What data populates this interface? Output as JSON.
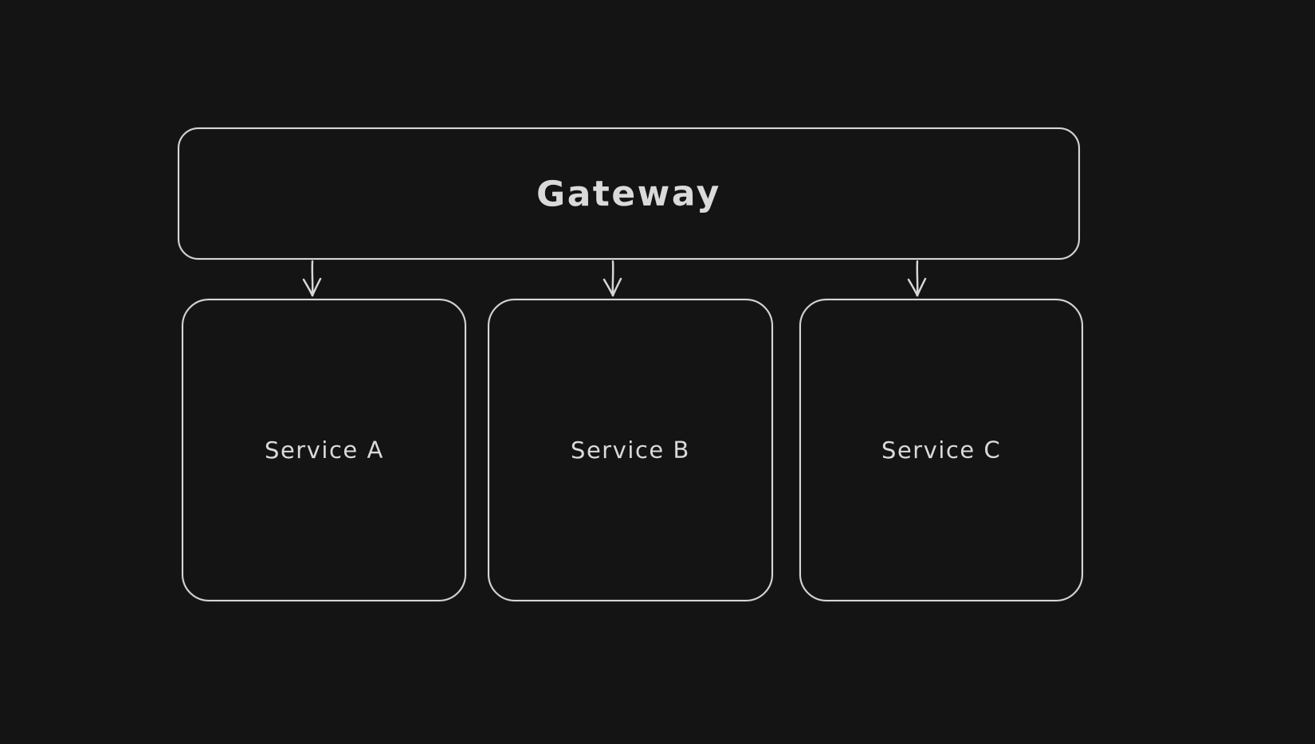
{
  "diagram": {
    "type": "architecture-flow",
    "style": "hand-drawn-whiteboard-dark",
    "colors": {
      "background": "#141414",
      "stroke": "#d6d6d6",
      "text": "#dadada"
    },
    "gateway": {
      "label": "Gateway"
    },
    "services": [
      {
        "label": "Service A"
      },
      {
        "label": "Service B"
      },
      {
        "label": "Service C"
      }
    ],
    "edges": [
      {
        "from": "Gateway",
        "to": "Service A",
        "direction": "down",
        "arrowhead": "arrow"
      },
      {
        "from": "Gateway",
        "to": "Service B",
        "direction": "down",
        "arrowhead": "arrow"
      },
      {
        "from": "Gateway",
        "to": "Service C",
        "direction": "down",
        "arrowhead": "arrow"
      }
    ]
  }
}
